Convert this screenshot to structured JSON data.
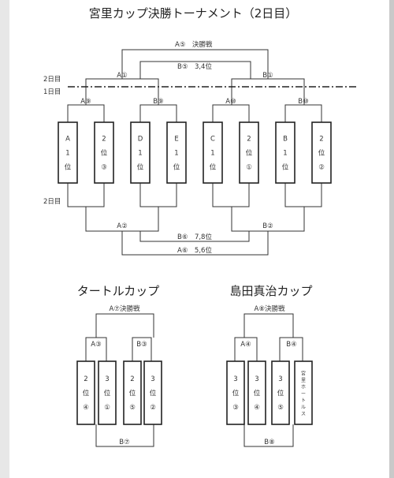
{
  "title": "宮里カップ決勝トーナメント（2日目）",
  "day2_label": "2日目",
  "day1_label": "1日目",
  "day2_bottom_label": "2日目",
  "main": {
    "final_label": "A⑤　決勝戦",
    "third_label": "B⑤　3,4位",
    "semi_left": "A①",
    "semi_right": "B①",
    "qf_labels": [
      "A⑨",
      "B⑨",
      "A⑩",
      "B⑩"
    ],
    "teams": [
      [
        "A",
        "1",
        "位"
      ],
      [
        "2",
        "位",
        "③"
      ],
      [
        "D",
        "1",
        "位"
      ],
      [
        "E",
        "1",
        "位"
      ],
      [
        "C",
        "1",
        "位"
      ],
      [
        "2",
        "位",
        "①"
      ],
      [
        "B",
        "1",
        "位"
      ],
      [
        "2",
        "位",
        "②"
      ]
    ],
    "bottom_left": "A②",
    "bottom_right": "B②",
    "seventh_label": "B⑥　7,8位",
    "fifth_label": "A⑥　5,6位"
  },
  "turtle": {
    "title": "タートルカップ",
    "final_label": "A⑦決勝戦",
    "semi_left": "A③",
    "semi_right": "B③",
    "teams": [
      [
        "2",
        "位",
        "④"
      ],
      [
        "3",
        "位",
        "①"
      ],
      [
        "2",
        "位",
        "⑤"
      ],
      [
        "3",
        "位",
        "②"
      ]
    ],
    "bottom_label": "B⑦"
  },
  "shimada": {
    "title": "島田真治カップ",
    "final_label": "A⑧決勝戦",
    "semi_left": "A④",
    "semi_right": "B④",
    "teams": [
      [
        "3",
        "位",
        "③"
      ],
      [
        "3",
        "位",
        "④"
      ],
      [
        "3",
        "位",
        "⑤"
      ],
      [
        "宮",
        "里",
        "ホ",
        "ー",
        "ト",
        "ル",
        "ス"
      ]
    ],
    "bottom_label": "B⑧"
  }
}
